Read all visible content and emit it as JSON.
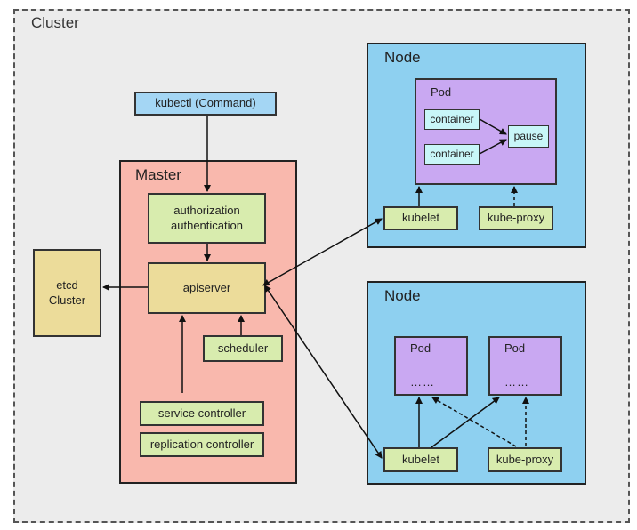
{
  "cluster": {
    "title": "Cluster"
  },
  "kubectl": {
    "label": "kubectl (Command)"
  },
  "master": {
    "title": "Master",
    "auth": {
      "line1": "authorization",
      "line2": "authentication"
    },
    "apiserver": "apiserver",
    "scheduler": "scheduler",
    "service_controller": "service controller",
    "replication_controller": "replication controller"
  },
  "etcd": {
    "line1": "etcd",
    "line2": "Cluster"
  },
  "node1": {
    "title": "Node",
    "pod": {
      "label": "Pod",
      "containers": [
        "container",
        "container"
      ],
      "pause": "pause"
    },
    "kubelet": "kubelet",
    "kube_proxy": "kube-proxy"
  },
  "node2": {
    "title": "Node",
    "pods": [
      {
        "label": "Pod",
        "content": "……"
      },
      {
        "label": "Pod",
        "content": "……"
      }
    ],
    "kubelet": "kubelet",
    "kube_proxy": "kube-proxy"
  }
}
